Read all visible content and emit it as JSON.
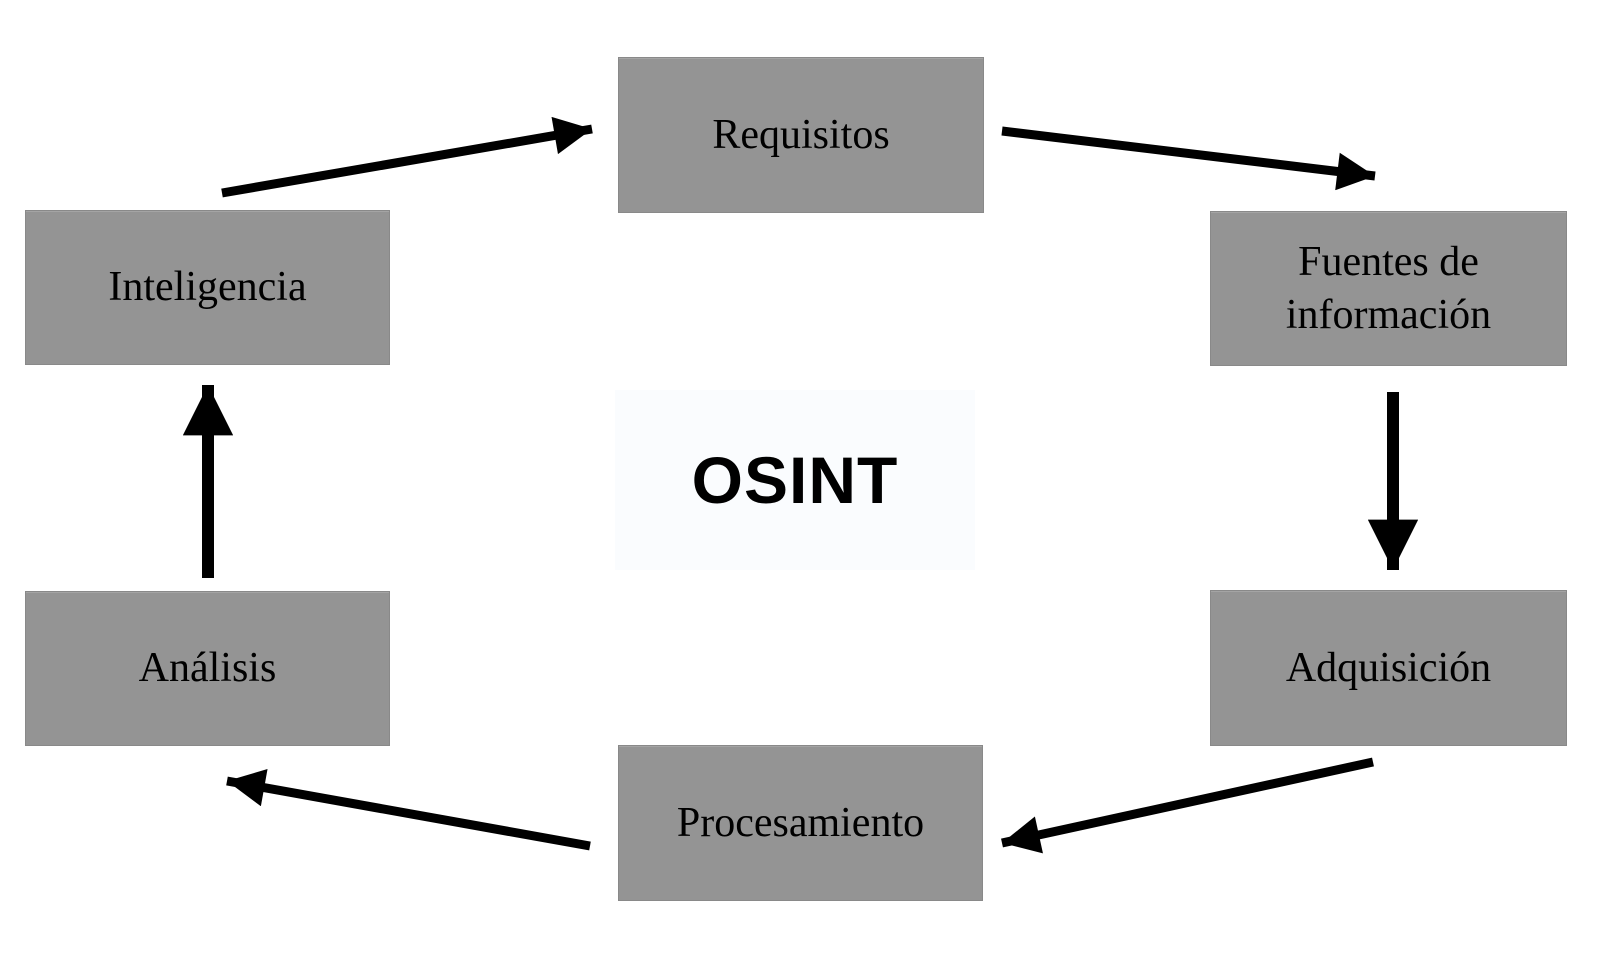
{
  "diagram": {
    "title": "OSINT",
    "nodes": [
      {
        "id": "requisitos",
        "label": "Requisitos"
      },
      {
        "id": "fuentes",
        "label": "Fuentes de\ninformación"
      },
      {
        "id": "adquisicion",
        "label": "Adquisición"
      },
      {
        "id": "procesamiento",
        "label": "Procesamiento"
      },
      {
        "id": "analisis",
        "label": "Análisis"
      },
      {
        "id": "inteligencia",
        "label": "Inteligencia"
      }
    ],
    "edges": [
      {
        "from": "Inteligencia",
        "to": "Requisitos"
      },
      {
        "from": "Requisitos",
        "to": "Fuentes de información"
      },
      {
        "from": "Fuentes de información",
        "to": "Adquisición"
      },
      {
        "from": "Adquisición",
        "to": "Procesamiento"
      },
      {
        "from": "Procesamiento",
        "to": "Análisis"
      },
      {
        "from": "Análisis",
        "to": "Inteligencia"
      }
    ],
    "colors": {
      "node_fill": "#949494",
      "node_border": "#898989",
      "arrow": "#000000",
      "text": "#000000",
      "background": "#ffffff",
      "center_panel": "#fafcfe"
    }
  }
}
